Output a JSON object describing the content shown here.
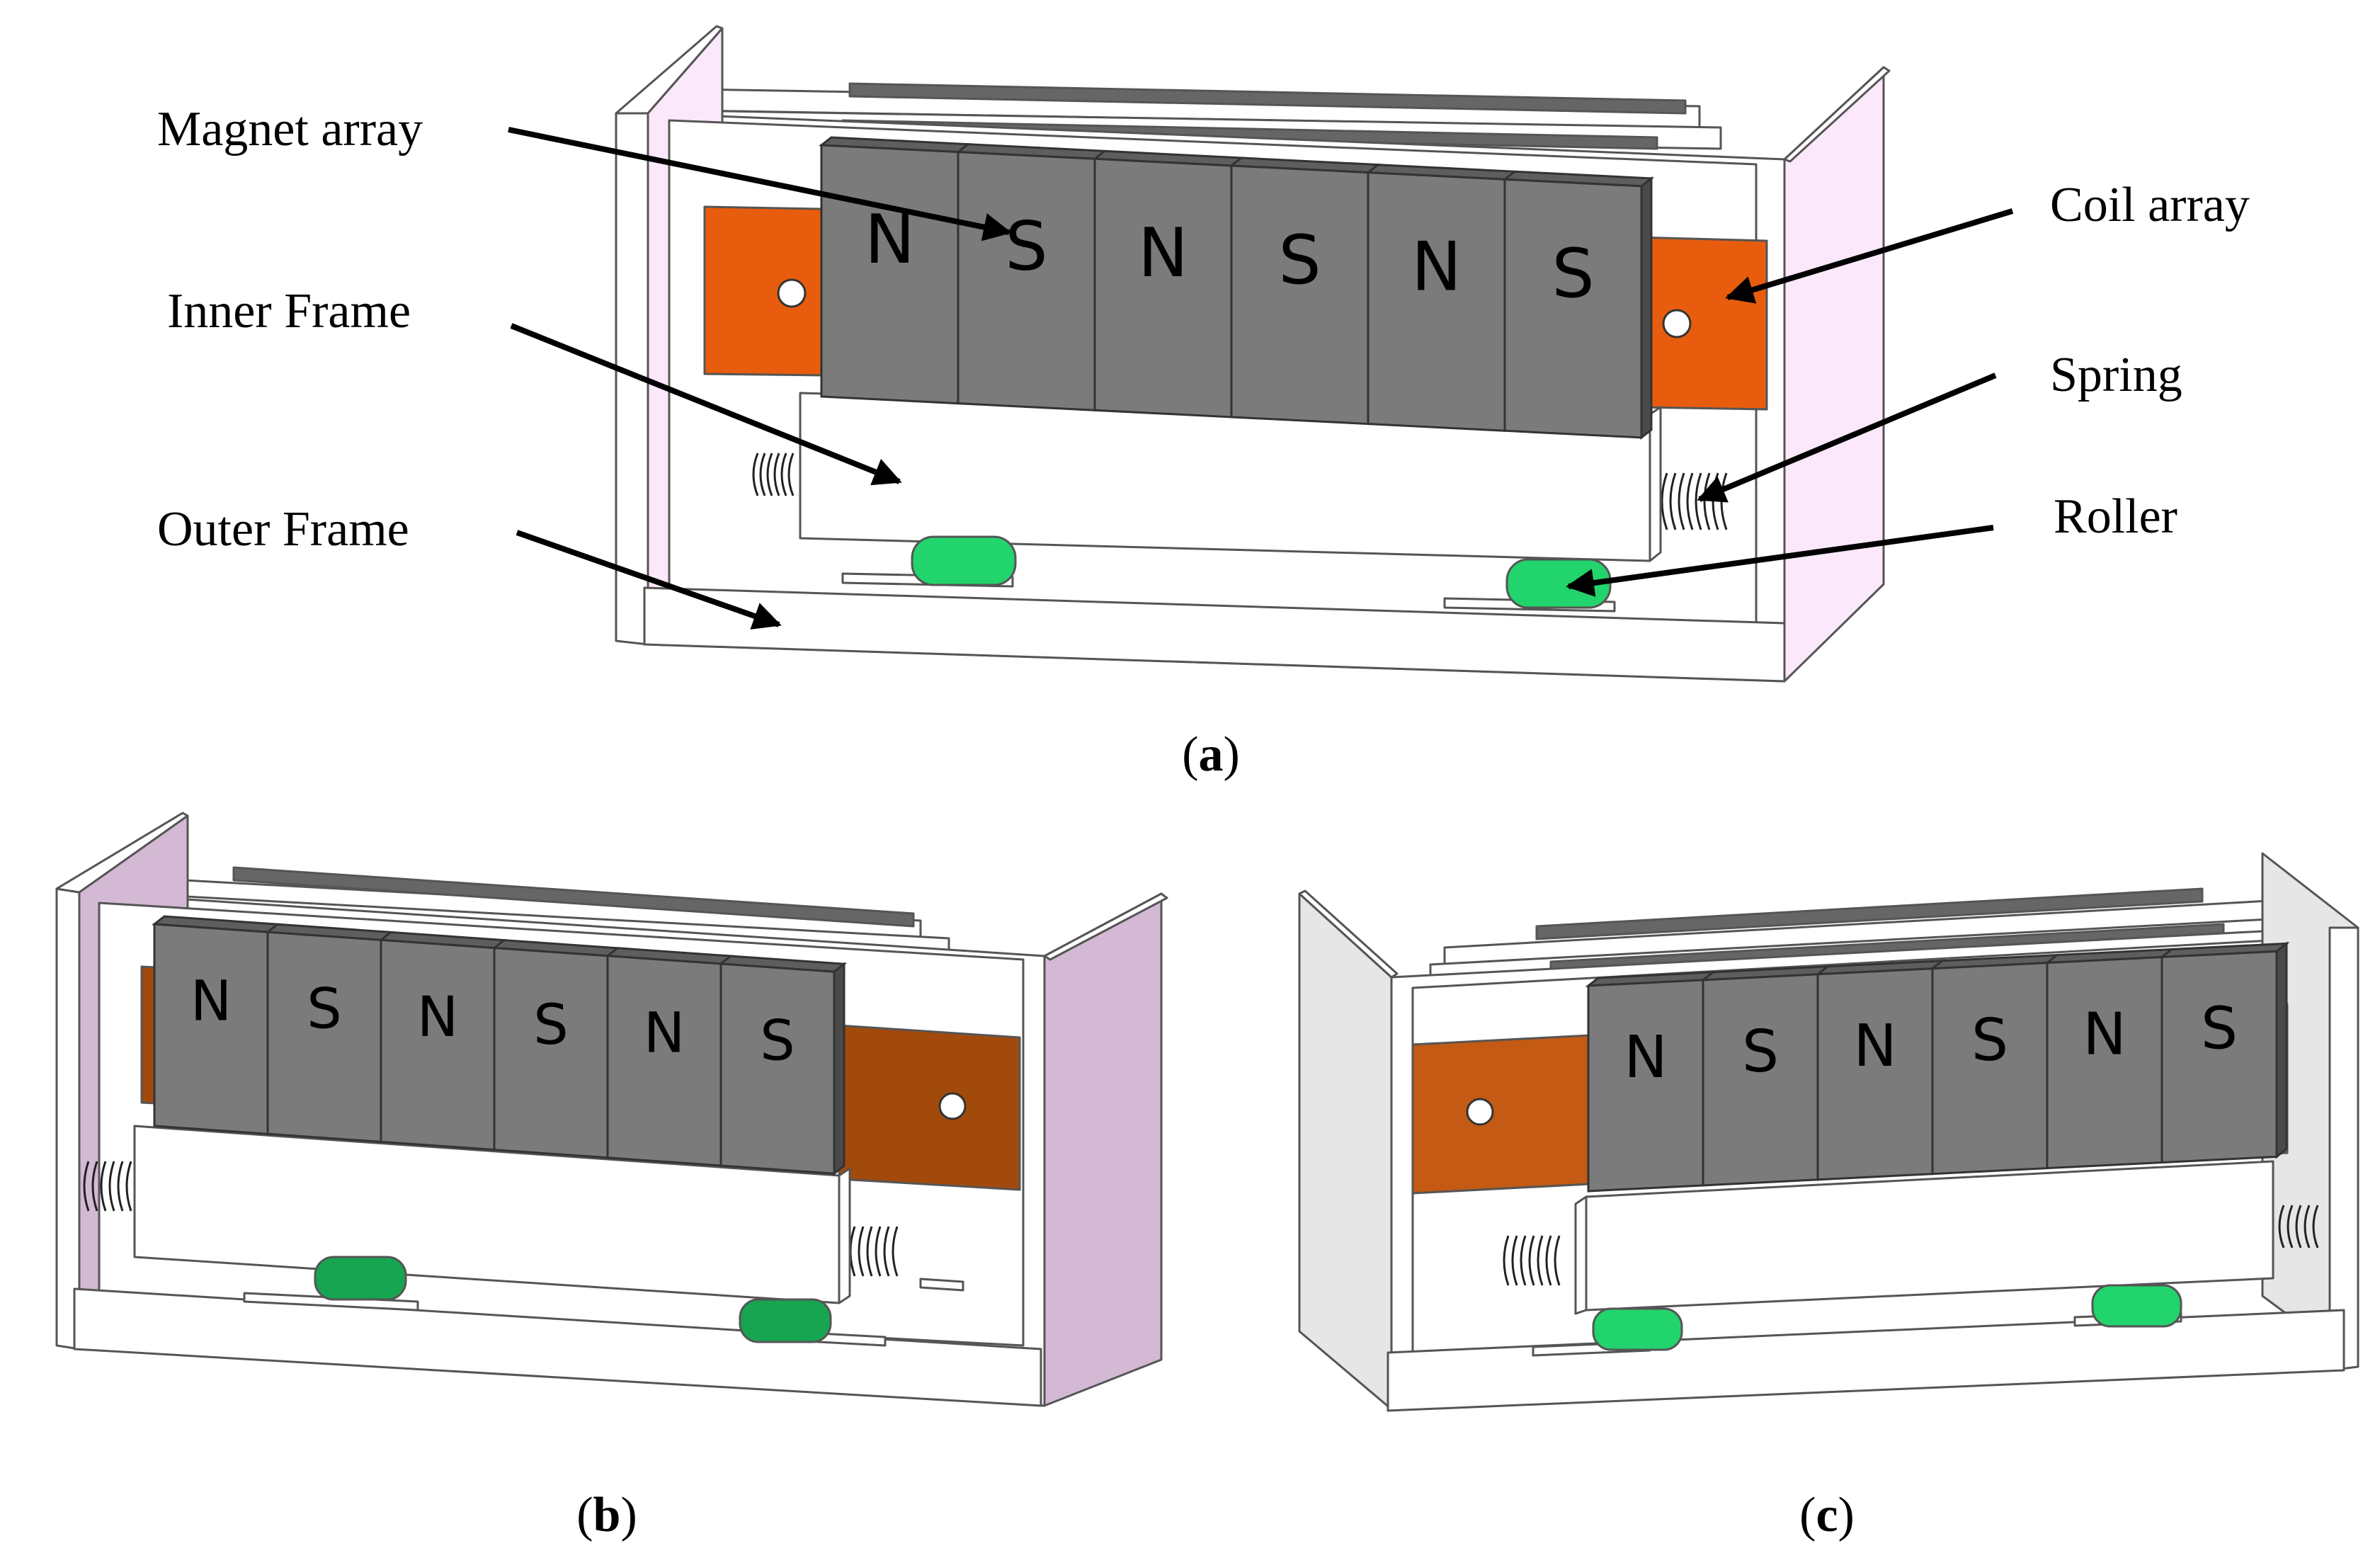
{
  "callouts": {
    "magnet_array": "Magnet array",
    "coil_array": "Coil array",
    "inner_frame": "Inner Frame",
    "spring": "Spring",
    "outer_frame": "Outer Frame",
    "roller": "Roller"
  },
  "panels": [
    {
      "open": "(",
      "letter": "a",
      "close": ")"
    },
    {
      "open": "(",
      "letter": "b",
      "close": ")"
    },
    {
      "open": "(",
      "letter": "c",
      "close": ")"
    }
  ],
  "poles": [
    "N",
    "S",
    "N",
    "S",
    "N",
    "S"
  ],
  "colors": {
    "magnet": "#7b7b7b",
    "magnet_dark": "#5e5e5e",
    "coil_a": "#e85c0d",
    "coil_b": "#a24a0c",
    "coil_c": "#c45a14",
    "roller": "#22d46c",
    "roller_dark": "#17a552",
    "side_a": "#fbe8fb",
    "side_b": "#d3b9d3",
    "side_c": "#e6e6e6",
    "frame": "#ffffff"
  }
}
